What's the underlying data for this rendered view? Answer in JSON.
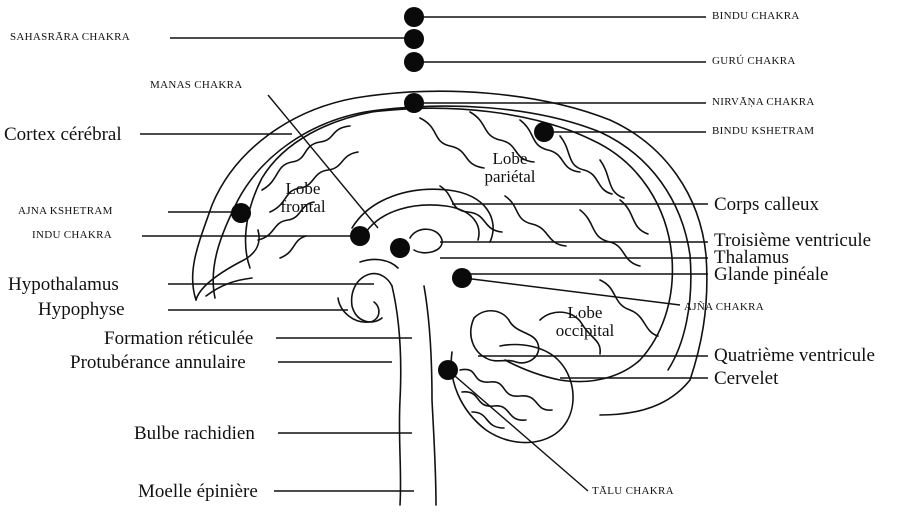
{
  "labels_left": {
    "sahasrara": "SAHASRĀRA CHAKRA",
    "manas": "MANAS CHAKRA",
    "cortex": "Cortex cérébral",
    "ajna_kshetram": "AJNA KSHETRAM",
    "indu": "INDU CHAKRA",
    "hypothalamus": "Hypothalamus",
    "hypophyse": "Hypophyse",
    "formation": "Formation réticulée",
    "protuberance": "Protubérance annulaire",
    "bulbe": "Bulbe rachidien",
    "moelle": "Moelle épinière"
  },
  "labels_right": {
    "bindu_chakra": "BINDU CHAKRA",
    "guru_chakra": "GURÚ CHAKRA",
    "nirvana_chakra": "NIRVĀṆA CHAKRA",
    "bindu_kshetram": "BINDU KSHETRAM",
    "corps_calleux": "Corps calleux",
    "troisieme": "Troisième ventricule",
    "thalamus": "Thalamus",
    "glande": "Glande pinéale",
    "ajna_chakra": "AJÑA CHAKRA",
    "quatrieme": "Quatrième ventricule",
    "cervelet": "Cervelet",
    "talu": "TĀLU CHAKRA"
  },
  "lobes": {
    "frontal_1": "Lobe",
    "frontal_2": "frontal",
    "parietal_1": "Lobe",
    "parietal_2": "pariétal",
    "occipital_1": "Lobe",
    "occipital_2": "occipital"
  },
  "colors": {
    "ink": "#111111",
    "dot": "#0a0a0a",
    "background": "#ffffff"
  }
}
